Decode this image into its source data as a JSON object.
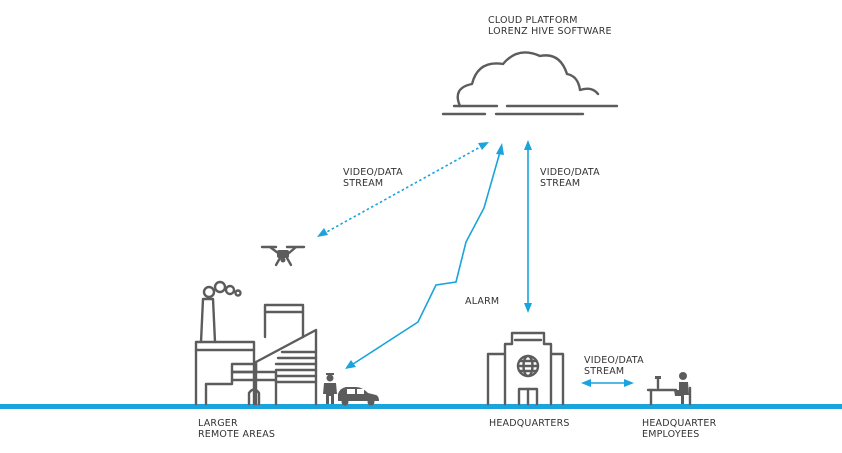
{
  "colors": {
    "accent": "#1aa3dd",
    "icon": "#5c5c5c",
    "text": "#333333"
  },
  "cloud": {
    "line1": "CLOUD PLATFORM",
    "line2": "LORENZ HIVE SOFTWARE"
  },
  "stream_drone": {
    "line1": "VIDEO/DATA",
    "line2": "STREAM"
  },
  "stream_hq": {
    "line1": "VIDEO/DATA",
    "line2": "STREAM"
  },
  "stream_employees": {
    "line1": "VIDEO/DATA",
    "line2": "STREAM"
  },
  "alarm": "ALARM",
  "remote_areas": {
    "line1": "LARGER",
    "line2": "REMOTE AREAS"
  },
  "headquarters": "HEADQUARTERS",
  "employees": {
    "line1": "HEADQUARTER",
    "line2": "EMPLOYEES"
  },
  "icons": [
    "cloud-icon",
    "drone-icon",
    "factory-icon",
    "security-guard-icon",
    "car-icon",
    "headquarters-building-icon",
    "globe-icon",
    "employee-workstation-icon"
  ]
}
